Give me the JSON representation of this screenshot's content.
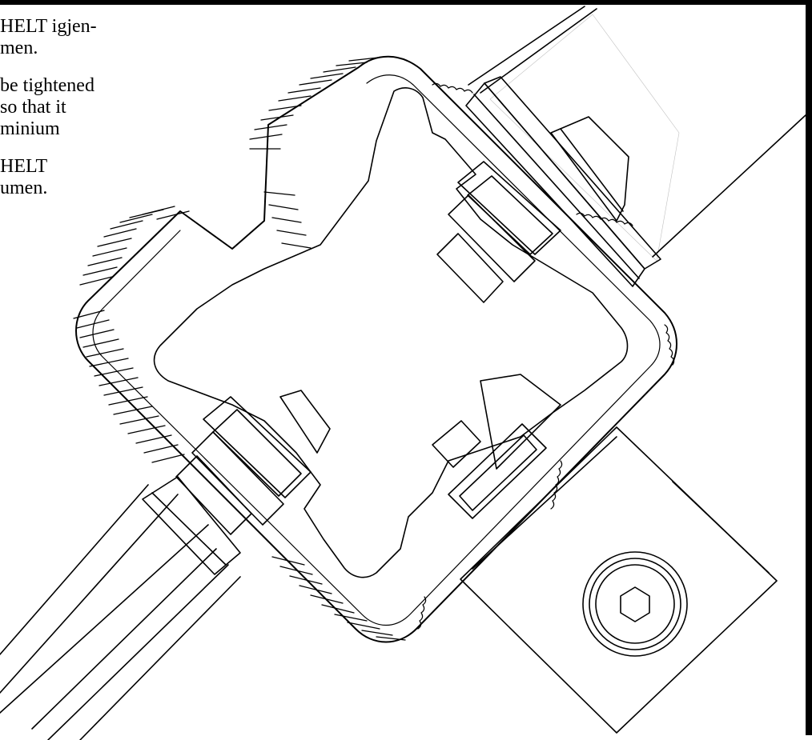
{
  "notes": [
    {
      "lines": [
        "HELT igjen-",
        "men."
      ]
    },
    {
      "lines": [
        "be tightened",
        "so that it",
        "minium"
      ]
    },
    {
      "lines": [
        "HELT",
        "umen."
      ]
    }
  ],
  "colors": {
    "stroke": "#000000",
    "background": "#ffffff"
  },
  "icons": {
    "fastener": "hex-socket-bolt-icon"
  }
}
